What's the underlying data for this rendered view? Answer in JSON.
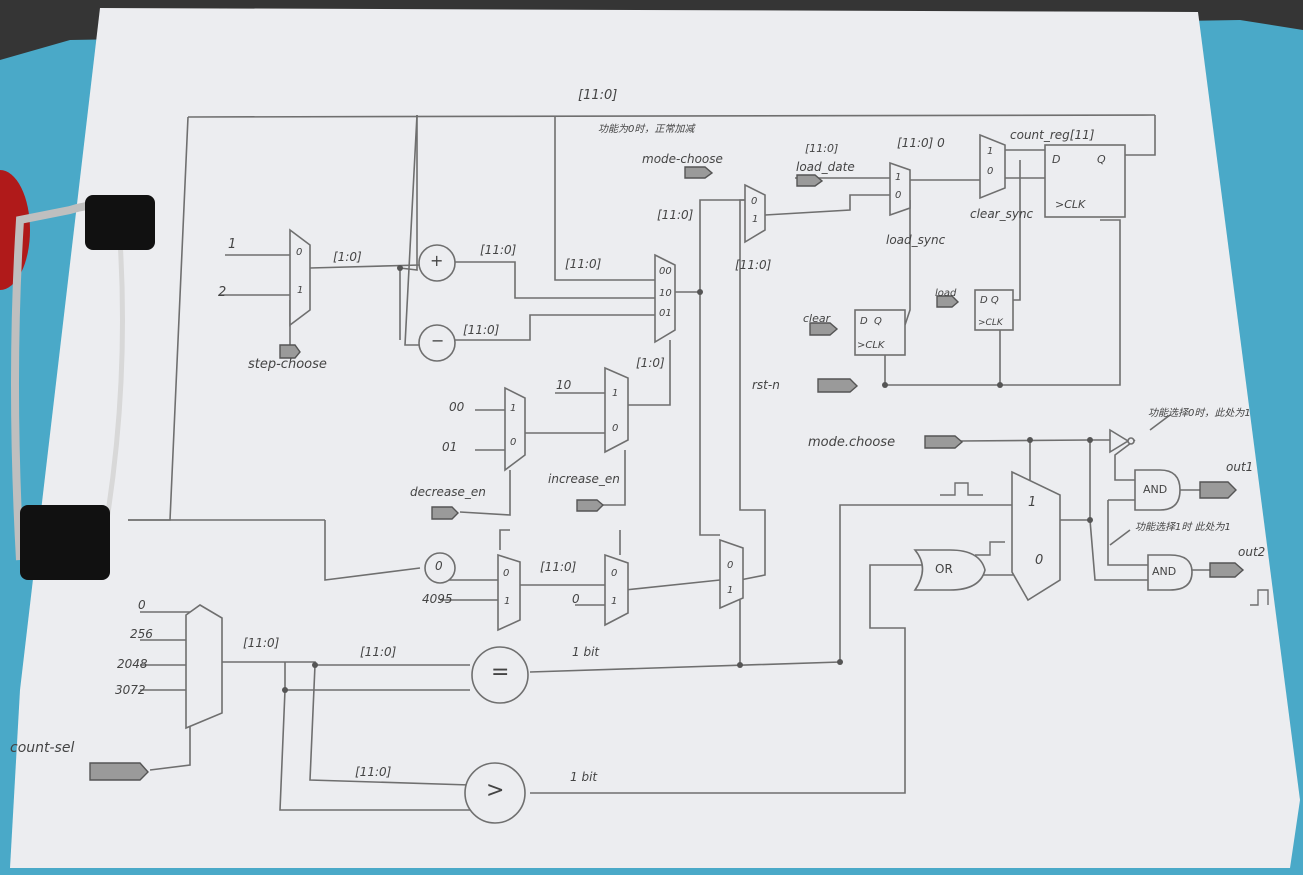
{
  "colors": {
    "paper": "#ecedf0",
    "pencil": "#6f6f6f",
    "desk": "#3b3b3b",
    "clipboard": "#4aa9c8"
  },
  "labels": {
    "top_bus": "[11:0]",
    "mode0_note": "功能为0时，正常加减",
    "mode_choose_top": "mode-choose",
    "bus_left": "[11:0]",
    "bus_mux_in": "[11:0]",
    "bus_mid": "[11:0]",
    "load_date_bus": "[11:0]",
    "load_date": "load_date",
    "reg_bus": "[11:0] 0",
    "count_reg": "count_reg[11]",
    "clear_sync": "clear_sync",
    "load_sync": "load_sync",
    "clear": "clear",
    "load": "load",
    "rst_n": "rst-n",
    "step_one": "1",
    "step_two": "2",
    "step_bus": "[1:0]",
    "add_bus": "[11:0]",
    "sub_bus": "[11:0]",
    "step_choose": "step-choose",
    "sel_bus": "[1:0]",
    "in_00": "00",
    "in_01": "01",
    "in_10": "10",
    "decrease_en": "decrease_en",
    "increase_en": "increase_en",
    "const_0": "0",
    "const_4095": "4095",
    "wrap_bus": "[11:0]",
    "zero_in": "0",
    "mode_choose": "mode.choose",
    "mode0_note2": "功能选择0时，此处为1",
    "mode1_note": "功能选择1时 此处为1",
    "out1": "out1",
    "out2": "out2",
    "and_label": "AND",
    "or_label": "OR",
    "cnt_0": "0",
    "cnt_256": "256",
    "cnt_2048": "2048",
    "cnt_3072": "3072",
    "count_sel": "count-sel",
    "sel_out_bus": "[11:0]",
    "eq_bus": "[11:0]",
    "gt_bus": "[11:0]",
    "eq_bit": "1 bit",
    "gt_bit": "1 bit",
    "eq_sym": "=",
    "gt_sym": ">",
    "plus_sym": "+",
    "minus_sym": "−"
  }
}
